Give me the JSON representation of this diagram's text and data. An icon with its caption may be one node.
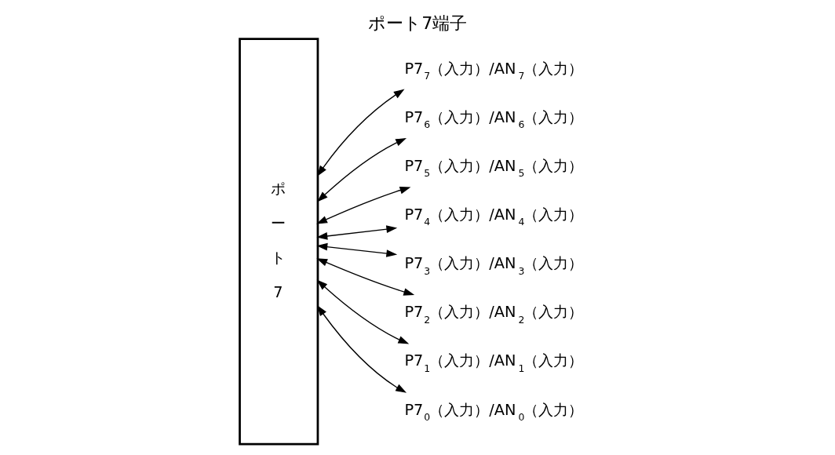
{
  "diagram": {
    "title": "ポート7端子",
    "nodes": [
      {
        "text": [
          "ポート7"
        ]
      },
      {
        "text": [
          "P7$_{7}$（入力）/AN$_{7}$（入力）"
        ]
      },
      {
        "text": [
          "P7$_{6}$（入力）/AN$_{6}$（入力）"
        ]
      },
      {
        "text": [
          "P7$_{5}$（入力）/AN$_{5}$（入力）"
        ]
      },
      {
        "text": [
          "P7$_{4}$（入力）/AN$_{4}$（入力）"
        ]
      },
      {
        "text": [
          "P7$_{3}$（入力）/AN$_{3}$（入力）"
        ]
      },
      {
        "text": [
          "P7$_{2}$（入力）/AN$_{2}$（入力）"
        ]
      },
      {
        "text": [
          "P7$_{1}$（入力）/AN$_{1}$（入力）"
        ]
      },
      {
        "text": [
          "P7$_{0}$（入力）/AN$_{0}$（入力）"
        ]
      }
    ],
    "edges": [
      {
        "from": 0,
        "to": 1,
        "arrow": "both"
      },
      {
        "from": 0,
        "to": 2,
        "arrow": "both"
      },
      {
        "from": 0,
        "to": 3,
        "arrow": "both"
      },
      {
        "from": 0,
        "to": 4,
        "arrow": "both"
      },
      {
        "from": 0,
        "to": 5,
        "arrow": "both"
      },
      {
        "from": 0,
        "to": 6,
        "arrow": "both"
      },
      {
        "from": 0,
        "to": 7,
        "arrow": "both"
      },
      {
        "from": 0,
        "to": 8,
        "arrow": "both"
      }
    ]
  }
}
